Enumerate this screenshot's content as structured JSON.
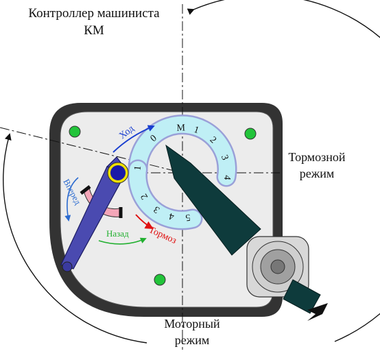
{
  "title_line1": "Контроллер машиниста",
  "title_line2": "КМ",
  "brake_mode_line1": "Тормозной",
  "brake_mode_line2": "режим",
  "motor_mode_line1": "Моторный",
  "motor_mode_line2": "режим",
  "label_hod": "Ход",
  "label_vpered": "Вперед",
  "label_nazad": "Назад",
  "label_tormoz": "Тормоз",
  "upper_arc_positions": [
    "0",
    "М",
    "1",
    "2",
    "3",
    "4"
  ],
  "lower_arc_positions": [
    "1",
    "2",
    "3",
    "4",
    "5"
  ],
  "colors": {
    "housing_frame": "#333333",
    "housing_panel": "#ececec",
    "indicator_green": "#22c43a",
    "track_fill": "#bfeff5",
    "track_edge": "#9aa0d8",
    "main_handle": "#0e3b3c",
    "reverser_handle": "#4a4ab0",
    "reverser_pivot": "#1a1aa8",
    "reverser_ring": "#f0e000",
    "reverser_scale": "#f4a6b8",
    "arrow_hod": "#1a3fd0",
    "arrow_vpered": "#2a6ad0",
    "arrow_nazad": "#22b030",
    "arrow_tormoz": "#e01010"
  }
}
